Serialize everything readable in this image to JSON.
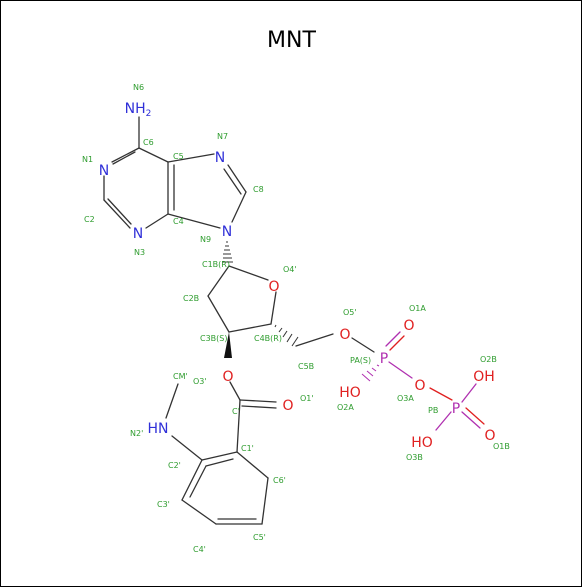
{
  "title": "MNT",
  "colors": {
    "carbon": "#333333",
    "nitrogen": "#3030d8",
    "oxygen": "#e02020",
    "phosphorus": "#b030b0",
    "label": "#2e9c2e",
    "border": "#000000"
  },
  "atoms": {
    "N6": "NH",
    "N6_sub": "2",
    "N1": "N",
    "N3": "N",
    "N7": "N",
    "N9": "N",
    "O4p": "O",
    "O3p": "O",
    "O1p": "O",
    "O5p": "O",
    "PA": "P",
    "PB": "P",
    "O1A": "O",
    "O2A": "HO",
    "O3A": "O",
    "O2B": "OH",
    "O1B": "O",
    "O3B": "HO",
    "N2p": "HN"
  },
  "labels": {
    "N6": "N6",
    "C6": "C6",
    "N1": "N1",
    "C5": "C5",
    "N7": "N7",
    "C8": "C8",
    "C2": "C2",
    "C4": "C4",
    "N3": "N3",
    "N9": "N9",
    "C1B": "C1B(R)",
    "O4p": "O4'",
    "C2B": "C2B",
    "C3B": "C3B(S)",
    "C4B": "C4B(R)",
    "O5p": "O5'",
    "C5B": "C5B",
    "O1A": "O1A",
    "PA": "PA(S)",
    "O2A": "O2A",
    "O3A": "O3A",
    "O2B": "O2B",
    "PB": "PB",
    "O1B": "O1B",
    "O3B": "O3B",
    "O3p": "O3'",
    "Cp": "C'",
    "O1p": "O1'",
    "CMp": "CM'",
    "N2p": "N2'",
    "C1p": "C1'",
    "C2p": "C2'",
    "C3p": "C3'",
    "C4p": "C4'",
    "C5p": "C5'",
    "C6p": "C6'"
  }
}
